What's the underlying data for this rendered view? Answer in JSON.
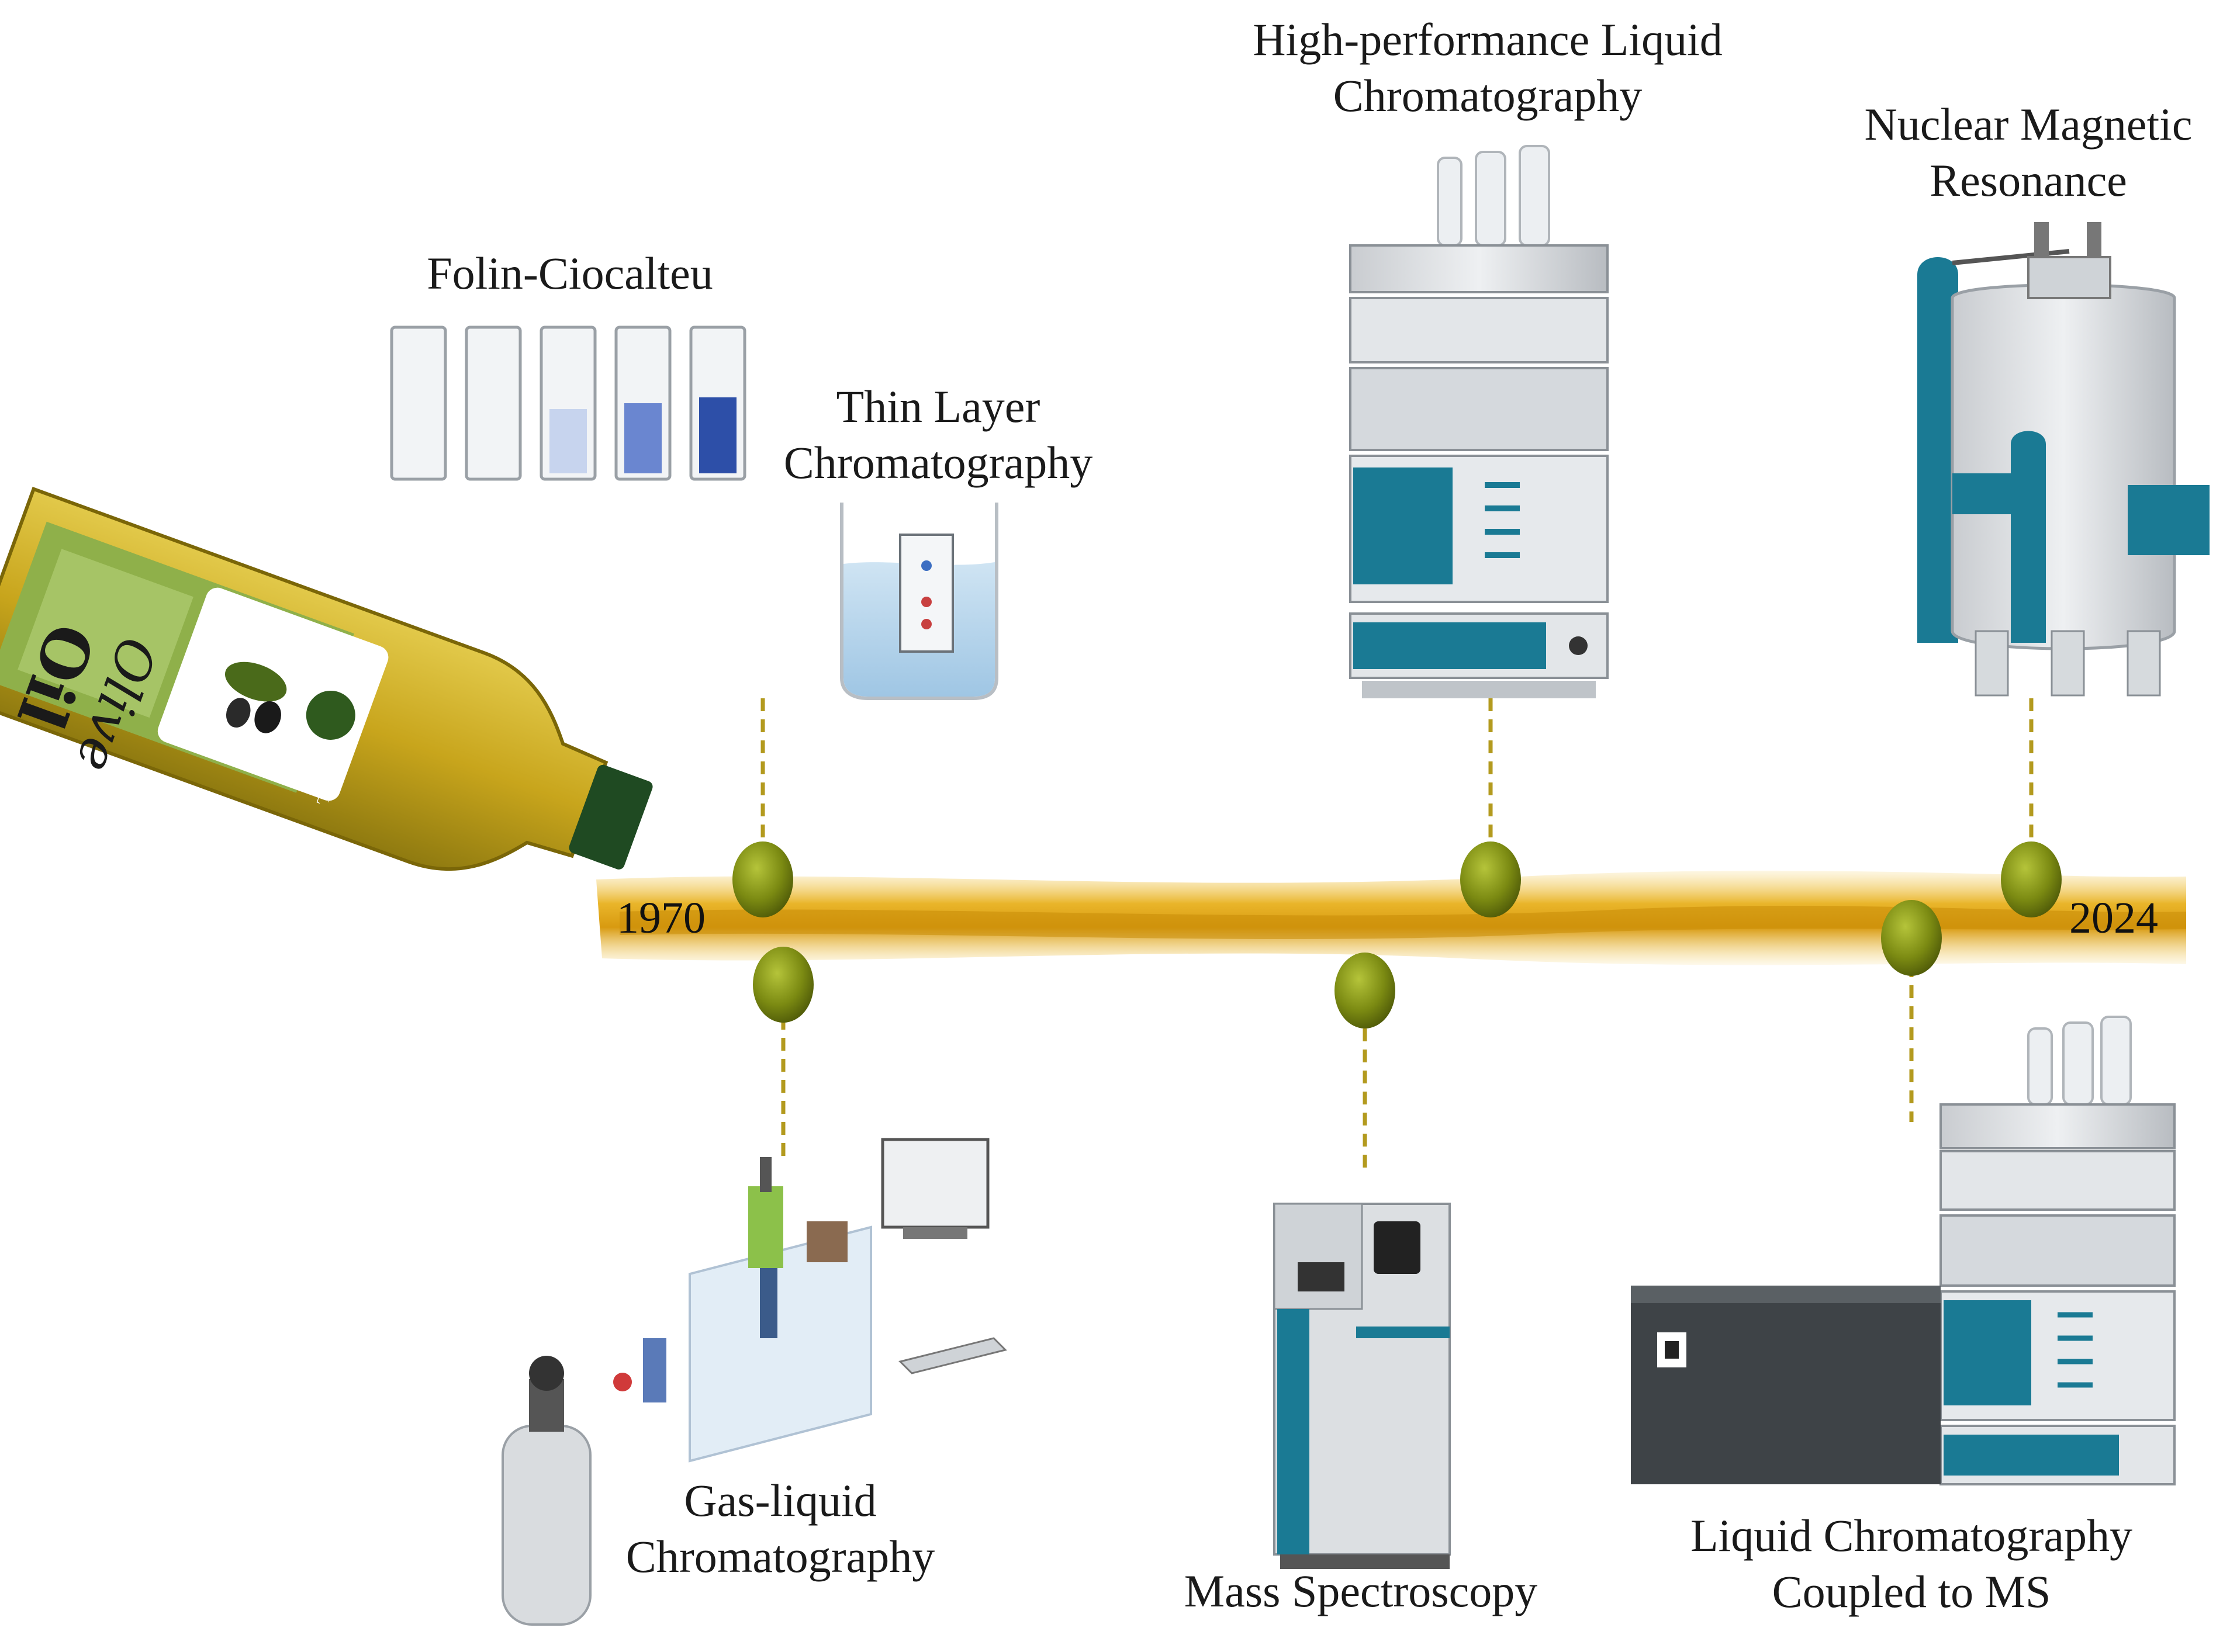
{
  "timeline": {
    "start_year": "1970",
    "end_year": "2024",
    "colors": {
      "oil": "#e6b422",
      "olive": "#7a8a10",
      "dash": "#b39a1e",
      "teal": "#1a7a94"
    }
  },
  "bottle": {
    "label_script": "Olive",
    "label_word": "Oil",
    "badge": "OIL"
  },
  "methods": [
    {
      "id": "folin",
      "lines": [
        "Folin-Ciocalteu"
      ]
    },
    {
      "id": "tlc",
      "lines": [
        "Thin Layer",
        "Chromatography"
      ]
    },
    {
      "id": "hplc",
      "lines": [
        "High-performance Liquid",
        "Chromatography"
      ]
    },
    {
      "id": "nmr",
      "lines": [
        "Nuclear Magnetic",
        "Resonance"
      ]
    },
    {
      "id": "glc",
      "lines": [
        "Gas-liquid",
        "Chromatography"
      ]
    },
    {
      "id": "ms",
      "lines": [
        "Mass Spectroscopy"
      ]
    },
    {
      "id": "lcms",
      "lines": [
        "Liquid Chromatography",
        "Coupled to MS"
      ]
    }
  ]
}
